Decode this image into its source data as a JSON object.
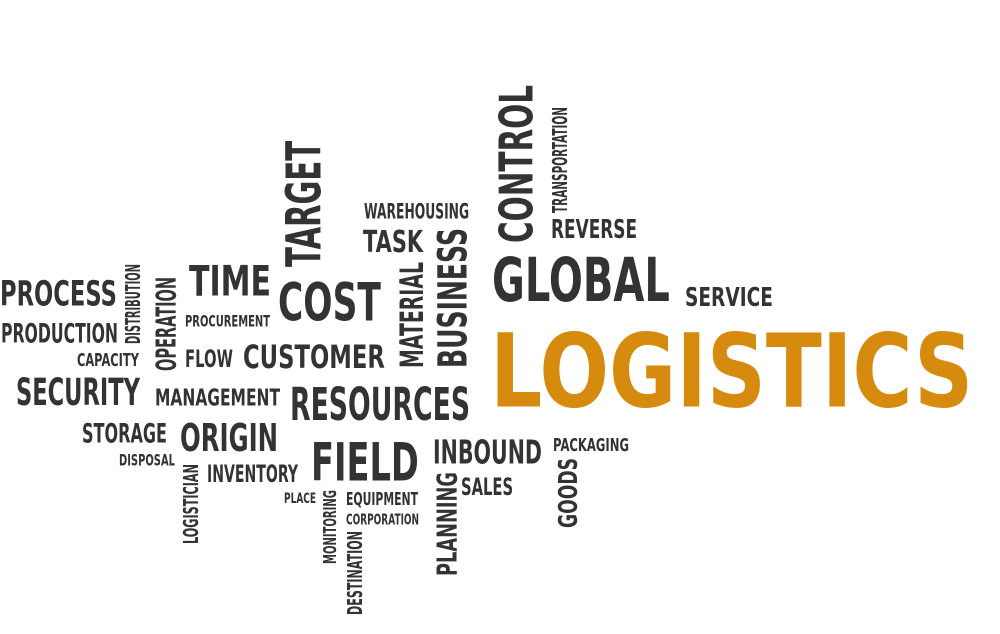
{
  "colors": {
    "text": "#333333",
    "accent": "#d68b0e",
    "background": "#ffffff"
  },
  "words": {
    "logistics": "LOGISTICS",
    "global": "GLOBAL",
    "control": "CONTROL",
    "transportation": "TRANSPORTATION",
    "reverse": "REVERSE",
    "service": "SERVICE",
    "warehousing": "WAREHOUSING",
    "task": "TASK",
    "business": "BUSINESS",
    "material": "MATERIAL",
    "target": "TARGET",
    "cost": "COST",
    "time": "TIME",
    "procurement": "PROCUREMENT",
    "process": "PROCESS",
    "production": "PRODUCTION",
    "distribution": "DISTRIBUTION",
    "operation": "OPERATION",
    "capacity": "CAPACITY",
    "flow": "FLOW",
    "customer": "CUSTOMER",
    "security": "SECURITY",
    "management": "MANAGEMENT",
    "resources": "RESOURCES",
    "storage": "STORAGE",
    "origin": "ORIGIN",
    "disposal": "DISPOSAL",
    "inventory": "INVENTORY",
    "field": "FIELD",
    "inbound": "INBOUND",
    "packaging": "PACKAGING",
    "sales": "SALES",
    "goods": "GOODS",
    "planning": "PLANNING",
    "place": "PLACE",
    "equipment": "EQUIPMENT",
    "corporation": "CORPORATION",
    "logistician": "LOGISTICIAN",
    "monitoring": "MONITORING",
    "destination": "DESTINATION"
  }
}
